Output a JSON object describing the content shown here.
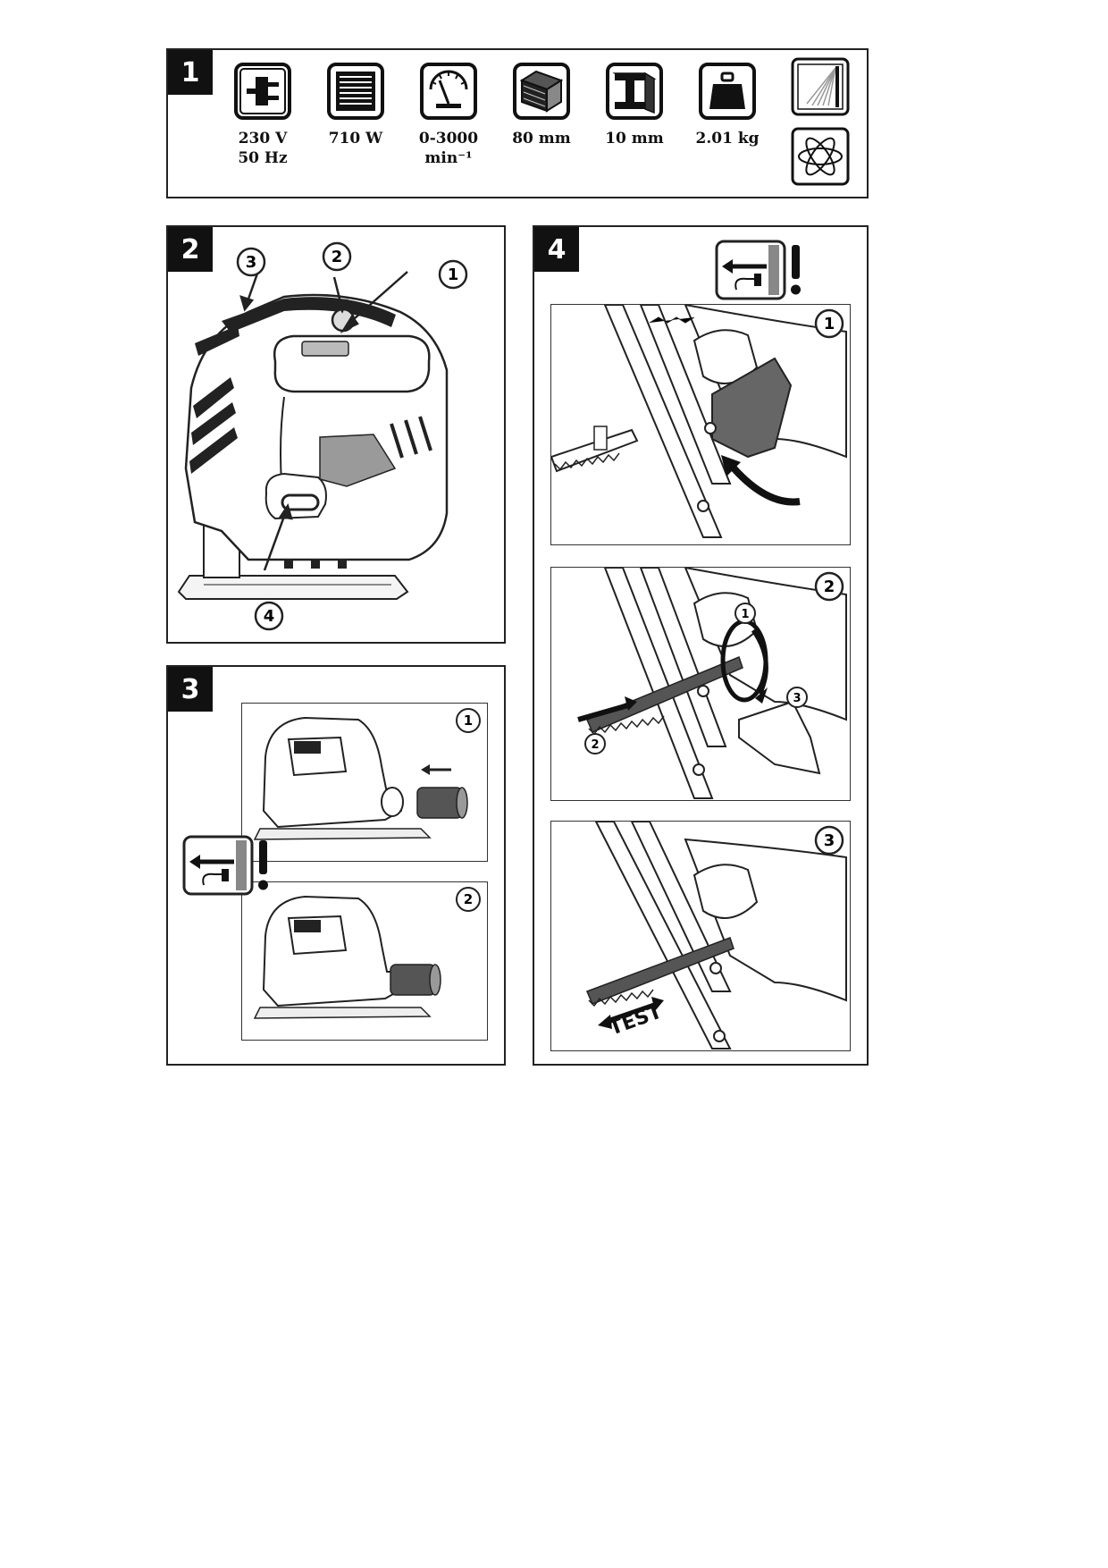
{
  "panel1": {
    "number": "1",
    "specs": [
      {
        "icon": "power-plug-icon",
        "line1": "230 V",
        "line2": "50 Hz"
      },
      {
        "icon": "motor-icon",
        "line1": "710 W",
        "line2": ""
      },
      {
        "icon": "speedometer-icon",
        "line1": "0-3000",
        "line2": "min⁻¹"
      },
      {
        "icon": "wood-beam-icon",
        "line1": "80 mm",
        "line2": ""
      },
      {
        "icon": "steel-beam-icon",
        "line1": "10 mm",
        "line2": ""
      },
      {
        "icon": "weight-icon",
        "line1": "2.01 kg",
        "line2": ""
      }
    ],
    "extra_icons": [
      "double-insulation-icon",
      "orbital-action-icon"
    ]
  },
  "panel2": {
    "number": "2",
    "callouts": [
      "1",
      "2",
      "3",
      "4"
    ]
  },
  "panel3": {
    "number": "3",
    "steps": [
      "1",
      "2"
    ]
  },
  "panel4": {
    "number": "4",
    "steps": [
      "1",
      "2",
      "3"
    ],
    "step2_callouts": [
      "1",
      "2",
      "3"
    ],
    "test_label": "TEST"
  }
}
